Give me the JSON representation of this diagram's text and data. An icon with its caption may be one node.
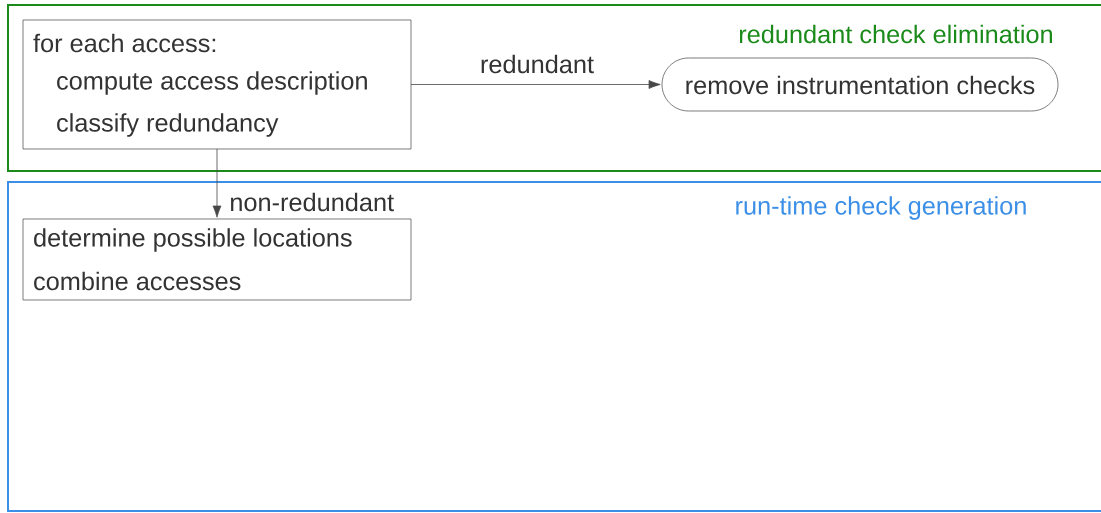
{
  "diagram": {
    "nodes": [
      {
        "text": [
          "redundant check elimination"
        ]
      },
      {
        "text": [
          "for each access:",
          "compute access description",
          "classify redundancy"
        ],
        "in": 0
      },
      {
        "text": [
          "remove instrumentation checks"
        ],
        "in": 0
      },
      {
        "text": [
          "run-time check generation"
        ]
      },
      {
        "text": [
          "determine possible locations",
          "combine accesses"
        ],
        "in": 3
      }
    ],
    "edges": [
      {
        "from": 1,
        "to": 2,
        "arrow": "to",
        "label": "redundant"
      },
      {
        "from": 1,
        "to": 4,
        "arrow": "to",
        "label": "non-redundant"
      }
    ]
  }
}
